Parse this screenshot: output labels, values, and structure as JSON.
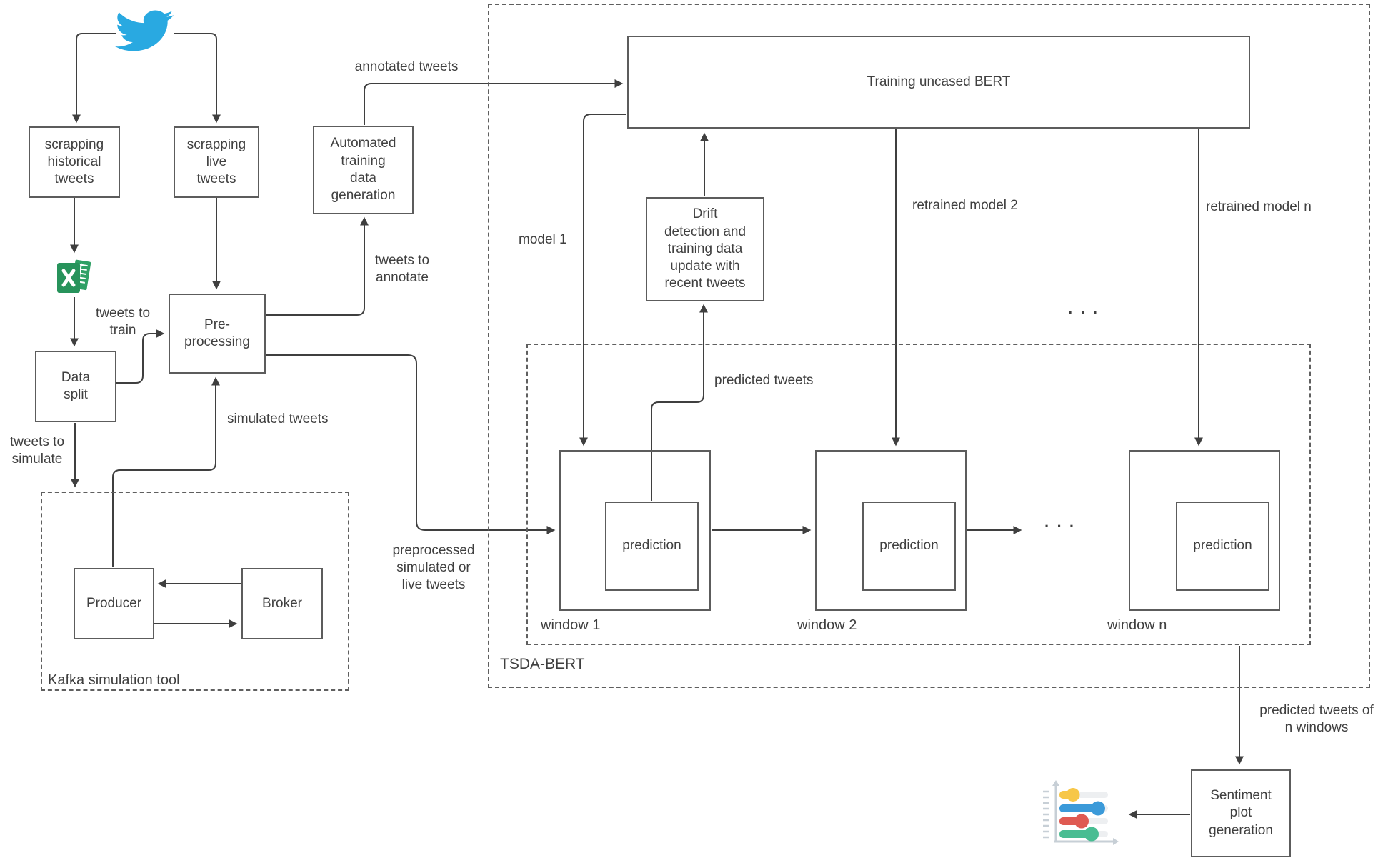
{
  "nodes": {
    "scrapping_historical": "scrapping\nhistorical\ntweets",
    "scrapping_live": "scrapping\nlive\ntweets",
    "automated_training": "Automated\ntraining\ndata\ngeneration",
    "data_split": "Data\nsplit",
    "preprocessing": "Pre-\nprocessing",
    "producer": "Producer",
    "broker": "Broker",
    "training_bert": "Training uncased BERT",
    "drift_detection": "Drift\ndetection and\ntraining data\nupdate with\nrecent tweets",
    "prediction": "prediction",
    "sentiment_plot": "Sentiment\nplot\ngeneration"
  },
  "window_labels": {
    "w1": "window 1",
    "w2": "window 2",
    "wn": "window n"
  },
  "group_labels": {
    "kafka": "Kafka simulation tool",
    "tsda": "TSDA-BERT"
  },
  "edge_labels": {
    "annotated_tweets": "annotated tweets",
    "tweets_to_train": "tweets to\ntrain",
    "tweets_to_annotate": "tweets to\nannotate",
    "tweets_to_simulate": "tweets to\nsimulate",
    "simulated_tweets": "simulated tweets",
    "preprocessed": "preprocessed\nsimulated or\nlive tweets",
    "model_1": "model 1",
    "retrained_model_2": "retrained model 2",
    "retrained_model_n": "retrained model n",
    "predicted_tweets": "predicted tweets",
    "predicted_n_windows": "predicted tweets of\nn windows",
    "ellipsis": "· · ·"
  },
  "icons": {
    "twitter": "twitter-bird-icon",
    "excel": "excel-spreadsheet-icon",
    "sentiment_chart": "horizontal-lollipop-chart-icon"
  },
  "colors": {
    "twitter_blue": "#29A9E1",
    "excel_front": "#27935B",
    "excel_back": "#2FA065",
    "line": "#3F3F3F",
    "box_border": "#5C5C5C",
    "chart_axis": "#C7CFD6",
    "chart_track": "#EDEFF1",
    "chart_yellow": "#F7C748",
    "chart_blue": "#3B9AD9",
    "chart_red": "#DF5A52",
    "chart_green": "#49BD92"
  }
}
